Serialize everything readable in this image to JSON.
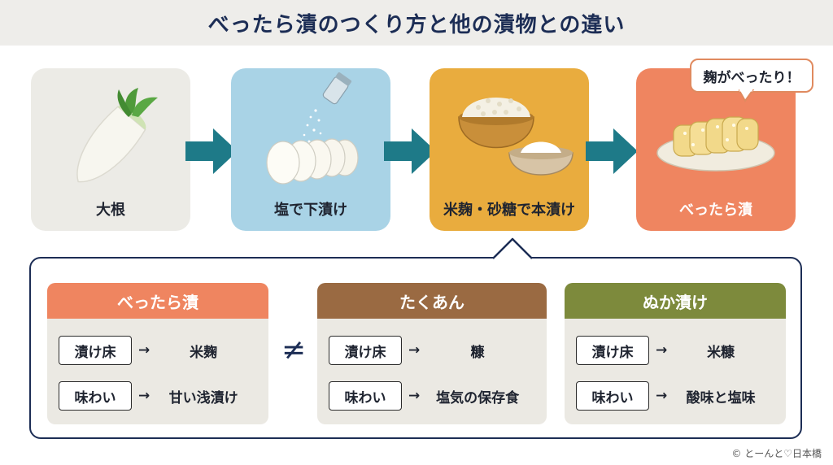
{
  "title": "べったら漬のつくり方と他の漬物との違い",
  "steps": [
    {
      "label": "大根",
      "icon": "daikon-radish-icon"
    },
    {
      "label": "塩で下漬け",
      "icon": "salted-slices-icon"
    },
    {
      "label": "米麹・砂糖で本漬け",
      "icon": "rice-koji-sugar-icon"
    },
    {
      "label": "べったら漬",
      "icon": "bettarazuke-plate-icon"
    }
  ],
  "bubble": "麹がべったり！",
  "comparison": {
    "cards": [
      {
        "title": "べったら漬",
        "rows": [
          {
            "tag": "漬け床",
            "arrow": "→",
            "value": "米麹"
          },
          {
            "tag": "味わい",
            "arrow": "→",
            "value": "甘い浅漬け"
          }
        ]
      },
      {
        "title": "たくあん",
        "rows": [
          {
            "tag": "漬け床",
            "arrow": "→",
            "value": "糠"
          },
          {
            "tag": "味わい",
            "arrow": "→",
            "value": "塩気の保存食"
          }
        ]
      },
      {
        "title": "ぬか漬け",
        "rows": [
          {
            "tag": "漬け床",
            "arrow": "→",
            "value": "米糠"
          },
          {
            "tag": "味わい",
            "arrow": "→",
            "value": "酸味と塩味"
          }
        ]
      }
    ],
    "not_equal": "≠"
  },
  "copyright": "© とーんと♡日本橋",
  "colors": {
    "navy": "#1c2d55",
    "arrow_teal": "#1e7a88",
    "card_bettarazuke": "#ef8560",
    "card_takuan": "#9a6a42",
    "card_nukazuke": "#7d8a3c"
  }
}
